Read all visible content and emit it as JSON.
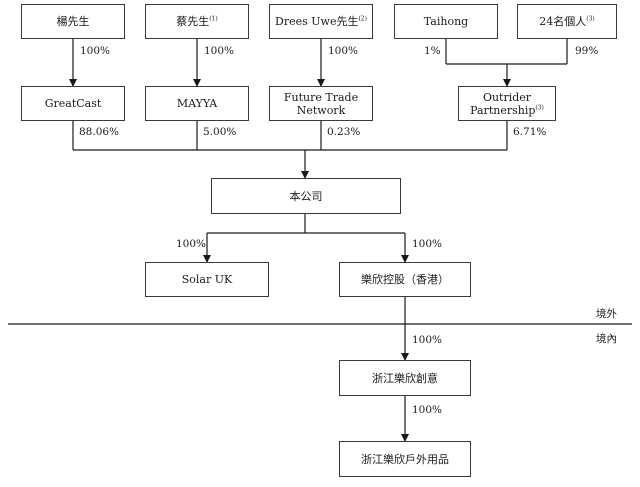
{
  "nodes": {
    "yang": "楊先生",
    "cai": "蔡先生",
    "cai_note": "(1)",
    "drees": "Drees Uwe先生",
    "drees_note": "(2)",
    "taihong": "Taihong",
    "individuals": "24名個人",
    "individuals_note": "(3)",
    "greatcast": "GreatCast",
    "mayya": "MAYYA",
    "future_trade_1": "Future Trade",
    "future_trade_2": "Network",
    "outrider_1": "Outrider",
    "outrider_2": "Partnership",
    "outrider_note": "(3)",
    "company": "本公司",
    "solar_uk": "Solar UK",
    "hk_holding": "樂欣控股（香港）",
    "zj_chuangyi": "浙江樂欣創意",
    "zj_outdoor": "浙江樂欣戶外用品"
  },
  "percentages": {
    "yang_greatcast": "100%",
    "cai_mayya": "100%",
    "drees_future": "100%",
    "taihong_outrider": "1%",
    "individuals_outrider": "99%",
    "greatcast_company": "88.06%",
    "mayya_company": "5.00%",
    "future_company": "0.23%",
    "outrider_company": "6.71%",
    "company_solar": "100%",
    "company_hk": "100%",
    "hk_chuangyi": "100%",
    "chuangyi_outdoor": "100%"
  },
  "regions": {
    "offshore": "境外",
    "onshore": "境內"
  }
}
